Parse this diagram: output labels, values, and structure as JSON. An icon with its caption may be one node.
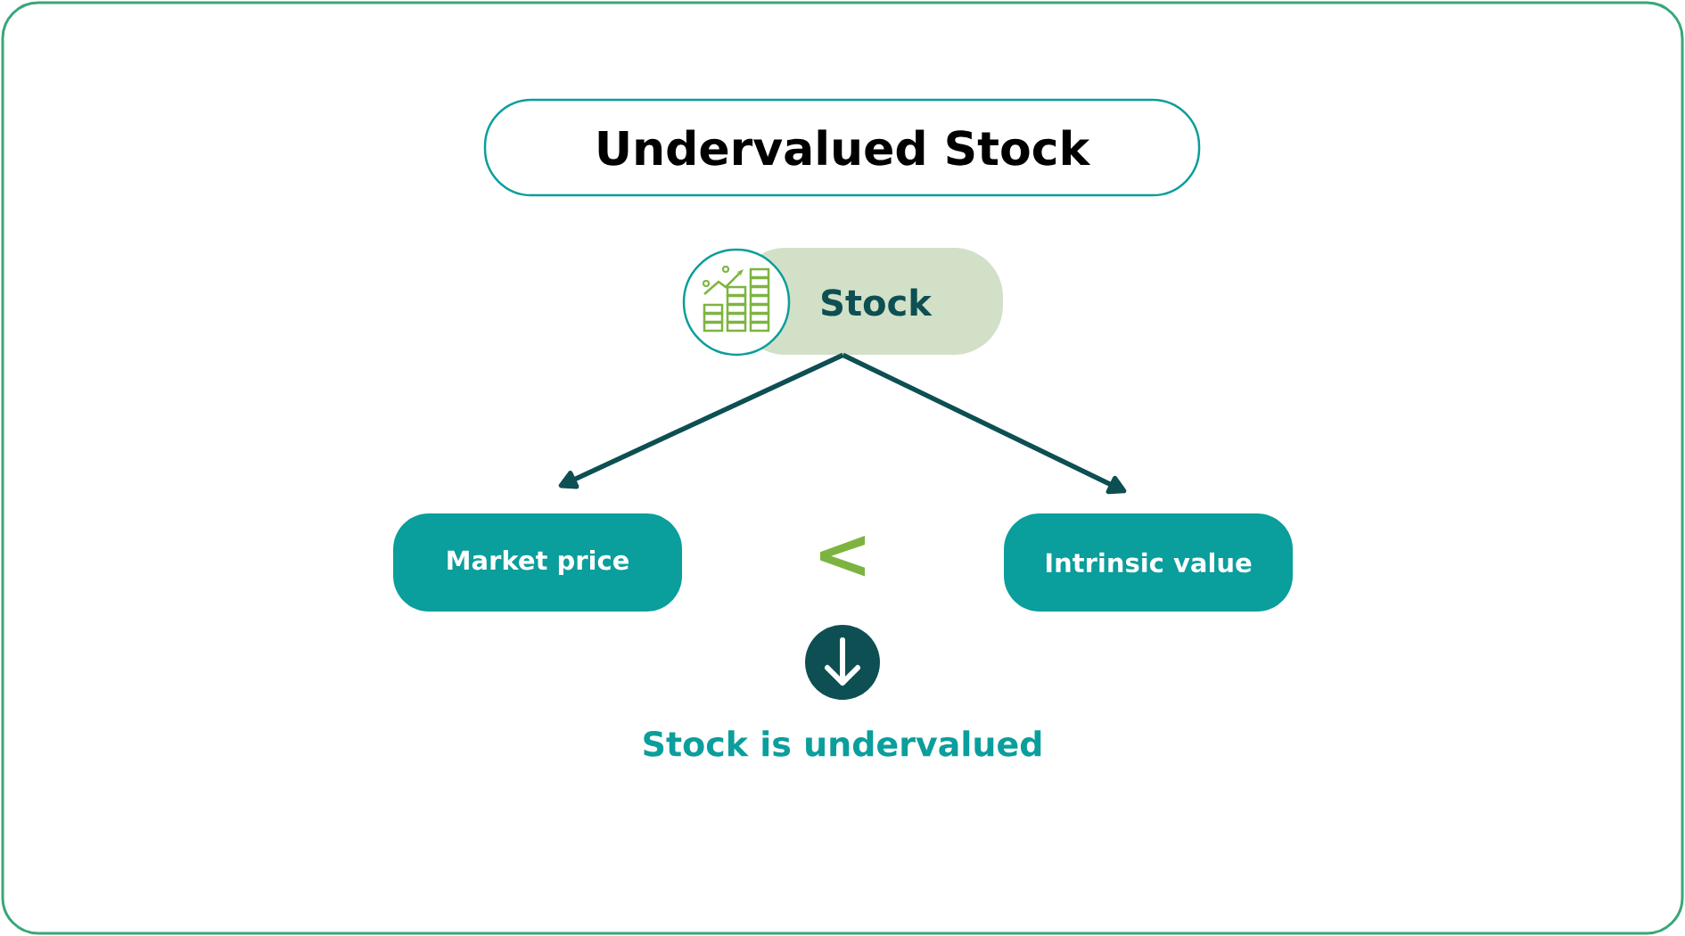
{
  "diagram": {
    "title": "Undervalued Stock",
    "nodes": [
      {
        "text": [
          "Stock"
        ]
      },
      {
        "text": [
          "Market price"
        ]
      },
      {
        "text": [
          "Intrinsic value"
        ]
      }
    ],
    "edges": [
      {
        "from": 0,
        "to": 1,
        "arrow": "to"
      },
      {
        "from": 0,
        "to": 2,
        "arrow": "to"
      }
    ],
    "labels": [
      "<",
      "Stock is undervalued"
    ]
  }
}
